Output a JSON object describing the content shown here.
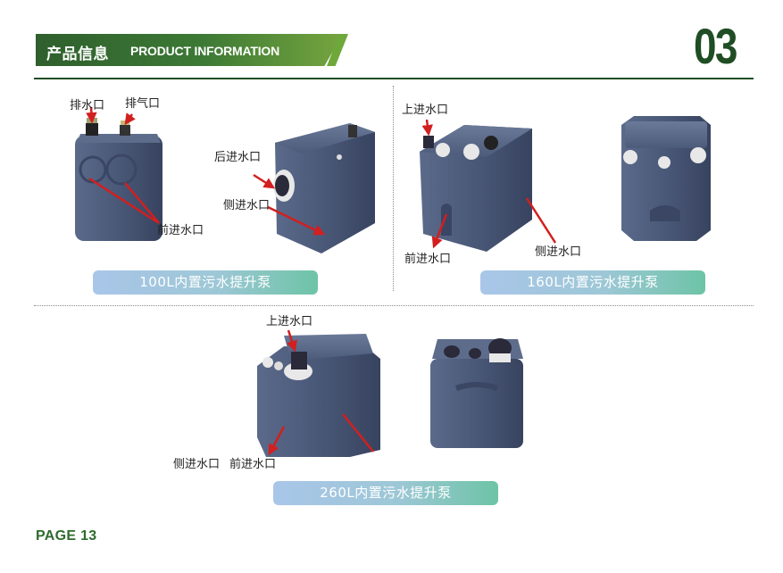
{
  "header": {
    "title_cn": "产品信息",
    "title_en": "PRODUCT INFORMATION",
    "section_number": "03"
  },
  "products": [
    {
      "caption": "100L内置污水提升泵",
      "labels": {
        "drain_outlet": "排水口",
        "vent_outlet": "排气口",
        "front_inlet": "前进水口",
        "rear_inlet": "后进水口",
        "side_inlet": "侧进水口"
      }
    },
    {
      "caption": "160L内置污水提升泵",
      "labels": {
        "top_inlet": "上进水口",
        "front_inlet": "前进水口",
        "side_inlet": "侧进水口"
      }
    },
    {
      "caption": "260L内置污水提升泵",
      "labels": {
        "top_inlet": "上进水口",
        "side_inlet": "侧进水口",
        "front_inlet": "前进水口"
      }
    }
  ],
  "footer": {
    "page_label": "PAGE 13"
  },
  "colors": {
    "brand_green": "#1f4d24",
    "arrow_red": "#d21f1f",
    "pump_blue": "#4b5a7a"
  }
}
